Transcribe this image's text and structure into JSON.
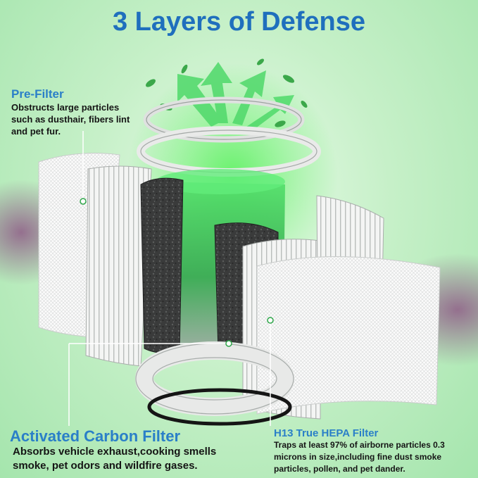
{
  "title": "3 Layers of Defense",
  "pre_filter": {
    "heading": "Pre-Filter",
    "description": "Obstructs large particles such as dusthair, fibers lint and pet fur."
  },
  "carbon_filter": {
    "heading": "Activated Carbon Filter",
    "description": "Absorbs vehicle exhaust,cooking smells smoke, pet odors and wildfire gases."
  },
  "hepa_filter": {
    "heading": "H13 True HEPA Filter",
    "description": "Traps at least 97% of airborne particles 0.3 microns in size,including fine dust smoke particles, pollen, and pet dander."
  },
  "colors": {
    "heading_blue": "#2a7fc8",
    "title_blue": "#1f6fbd",
    "leaf_green": "#3ba84a",
    "smoke_purple": "#8e5a86"
  }
}
